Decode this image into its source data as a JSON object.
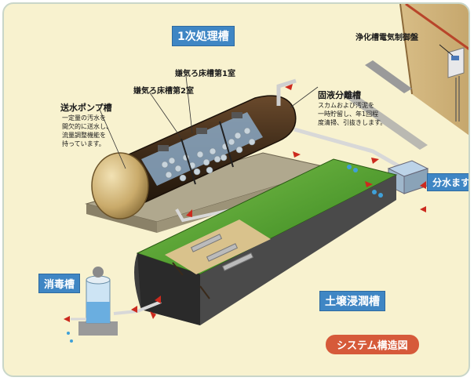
{
  "labels": {
    "primary_tank": "1次処理槽",
    "control_panel": "浄化槽電気制御盤",
    "anaerobic_room1": "嫌気ろ床槽第1室",
    "anaerobic_room2": "嫌気ろ床槽第2室",
    "pump_tank": "送水ポンプ槽",
    "pump_desc": "一定量の汚水を\n間欠的に送水し、\n流量調整機能を\n持っています。",
    "separator_tank": "固液分離槽",
    "separator_desc": "スカムおよび汚泥を\n一時貯留し、年1回程\n度清掃、引抜きします。",
    "distribution_box": "分水ます",
    "disinfection_tank": "消毒槽",
    "soil_tank": "土壌浸潤槽",
    "system_title": "システム構造図"
  },
  "colors": {
    "background": "#f8f2cf",
    "label_blue": "#3f86c4",
    "title_red": "#d65a3a",
    "grass_green": "#5aa63a",
    "pipe_red": "#cc2a1e"
  }
}
